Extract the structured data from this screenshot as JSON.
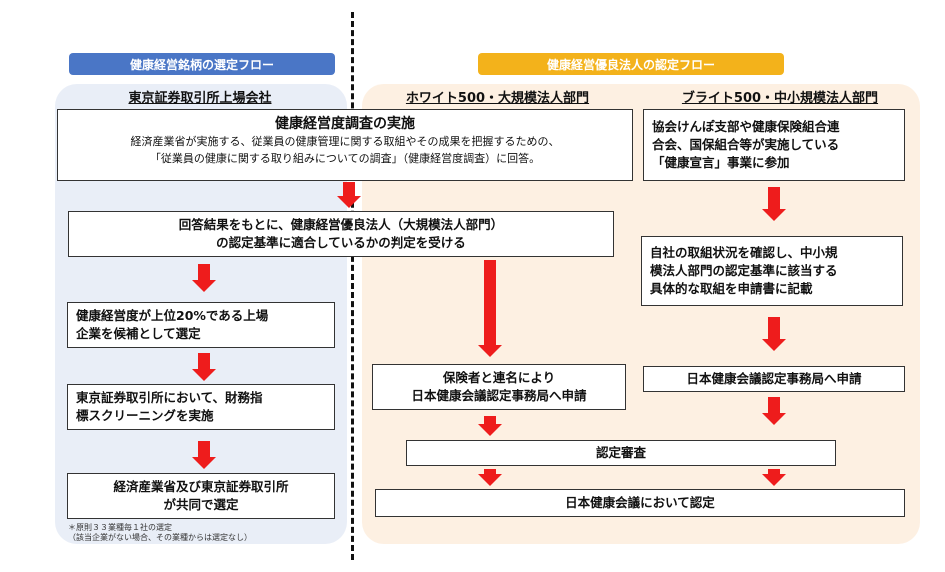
{
  "left_header": "健康経営銘柄の選定フロー",
  "right_header": "健康経営優良法人の認定フロー",
  "left_sub": "東京証券取引所上場会社",
  "white_sub": "ホワイト500・大規模法人部門",
  "bright_sub": "ブライト500・中小規模法人部門",
  "survey": {
    "title": "健康経営度調査の実施",
    "line1": "経済産業省が実施する、従業員の健康管理に関する取組やその成果を把握するための、",
    "line2": "「従業員の健康に関する取り組みについての調査」（健康経営度調査）に回答。"
  },
  "judgement": {
    "line1": "回答結果をもとに、健康経営優良法人（大規模法人部門）",
    "line2": "の認定基準に適合しているかの判定を受ける"
  },
  "left_steps": [
    {
      "line1": "健康経営度が上位20%である上場",
      "line2": "企業を候補として選定"
    },
    {
      "line1": "東京証券取引所において、財務指",
      "line2": "標スクリーニングを実施"
    },
    {
      "line1": "経済産業省及び東京証券取引所",
      "line2": "が共同で選定"
    }
  ],
  "note": {
    "line1": "＊原則３３業種毎１社の選定",
    "line2": "（該当企業がない場合、その業種からは選定なし）"
  },
  "bright_boxes": {
    "declaration": {
      "line1": "協会けんぽ支部や健康保険組合連",
      "line2": "合会、国保組合等が実施している",
      "line3": "「健康宣言」事業に参加"
    },
    "check": {
      "line1": "自社の取組状況を確認し、中小規",
      "line2": "模法人部門の認定基準に該当する",
      "line3": "具体的な取組を申請書に記載"
    },
    "apply": "日本健康会議認定事務局へ申請"
  },
  "white_apply": {
    "line1": "保険者と連名により",
    "line2": "日本健康会議認定事務局へ申請"
  },
  "review": "認定審査",
  "certify": "日本健康会議において認定",
  "colors": {
    "left_header": "#4a76c6",
    "right_header": "#f3b21b",
    "arrow": "#ee1c1c",
    "left_bg": "#e9eef7",
    "right_bg": "#fdf0e2"
  }
}
